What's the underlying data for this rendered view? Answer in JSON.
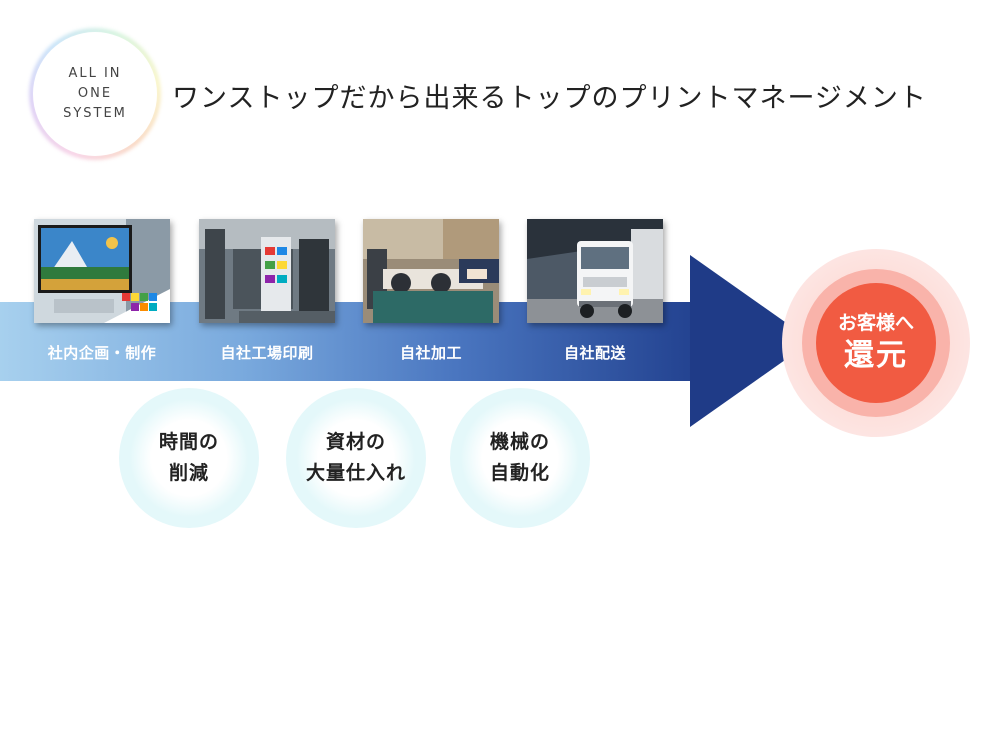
{
  "badge": {
    "lines": [
      "ALL IN",
      "ONE",
      "SYSTEM"
    ]
  },
  "headline": "ワンストップだから出来るトップのプリントマネージメント",
  "steps": [
    {
      "label": "社内企画・制作",
      "photo": "computer-design-photo"
    },
    {
      "label": "自社工場印刷",
      "photo": "printing-press-photo"
    },
    {
      "label": "自社加工",
      "photo": "finishing-machine-photo"
    },
    {
      "label": "自社配送",
      "photo": "delivery-truck-photo"
    }
  ],
  "goal": {
    "line1": "お客様へ",
    "line2": "還元"
  },
  "benefits": [
    {
      "line1": "時間の",
      "line2": "削減"
    },
    {
      "line1": "資材の",
      "line2": "大量仕入れ"
    },
    {
      "line1": "機械の",
      "line2": "自動化"
    }
  ],
  "colors": {
    "arrow_start": "#a7d0ee",
    "arrow_end": "#1f3b87",
    "goal_red": "#f15b42",
    "goal_ring": "#f9b3aa",
    "benefit_glow": "#cdf2f6"
  }
}
